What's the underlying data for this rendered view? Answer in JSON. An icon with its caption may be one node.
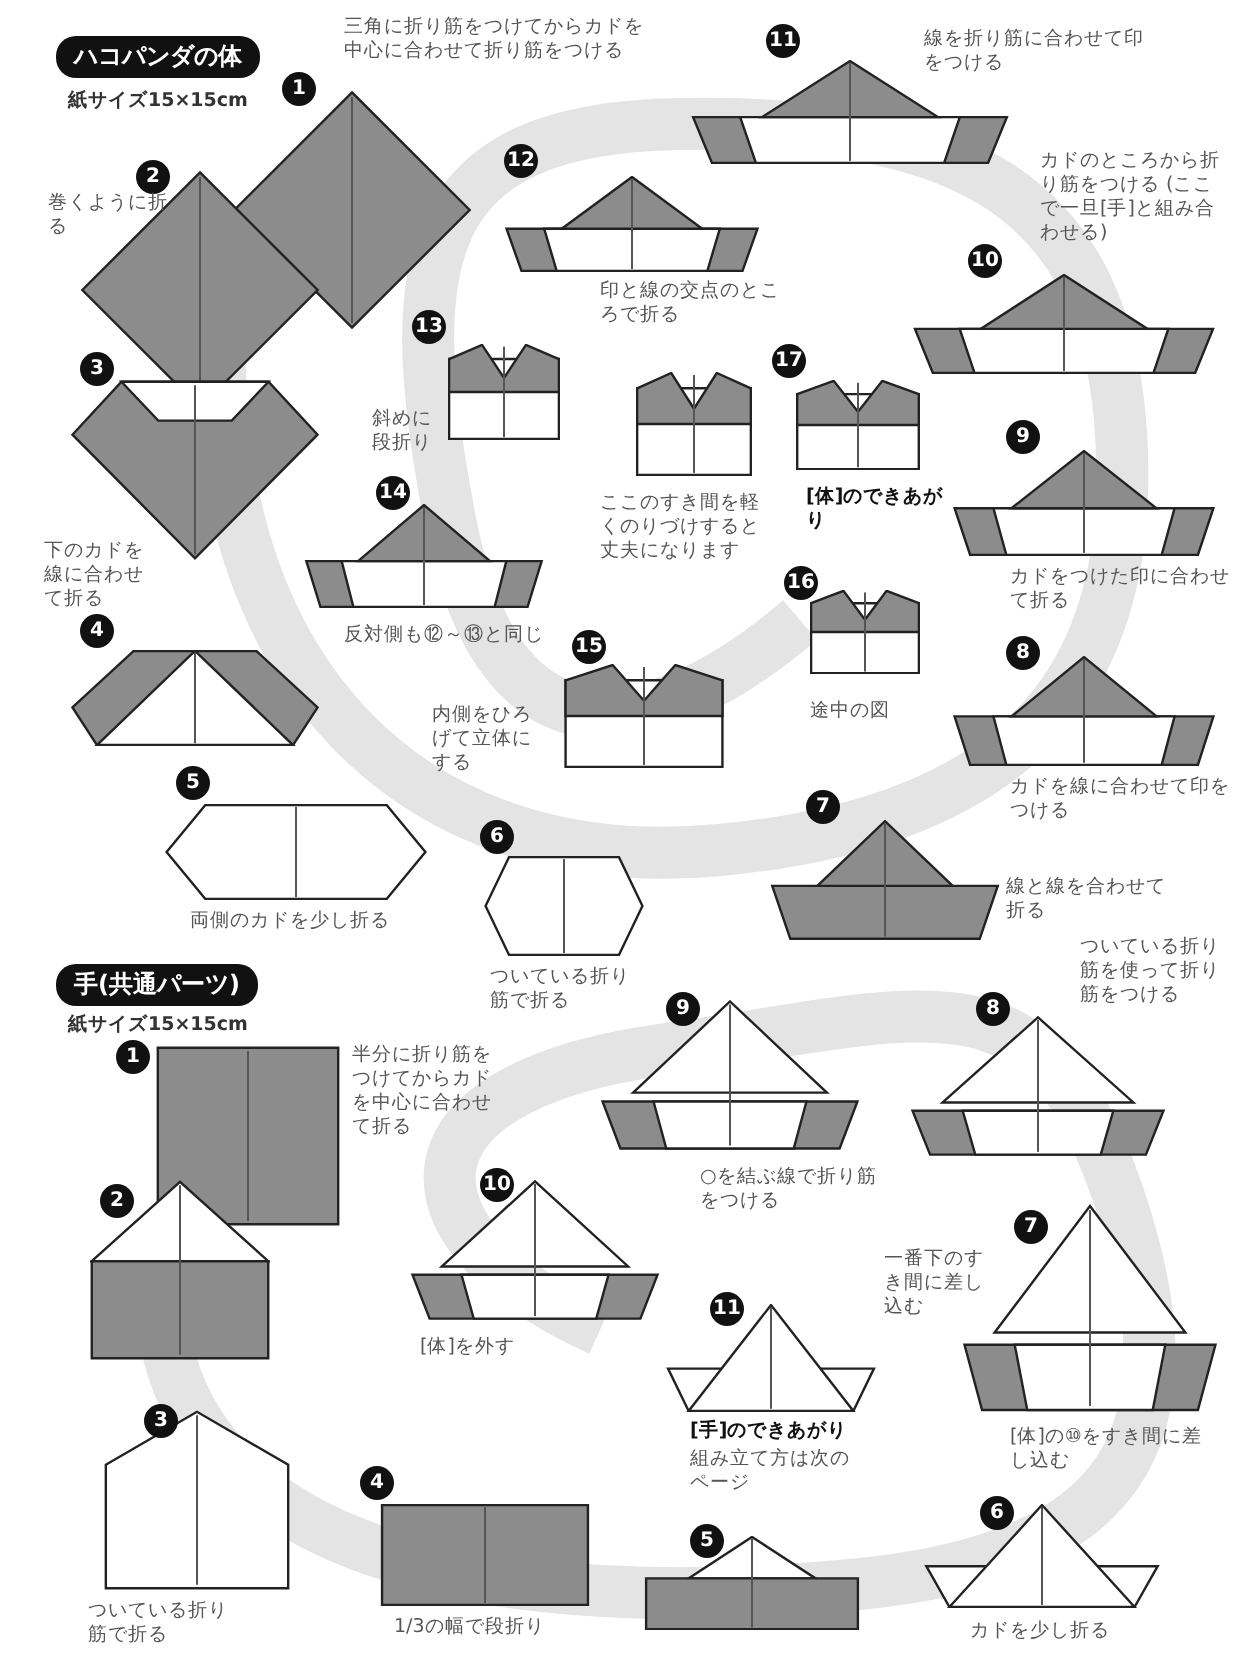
{
  "diagram": {
    "nodes": [
      {
        "text": [
          "1"
        ],
        "beside": [
          "三角に折り筋をつけてからカドを中心に合わせて折り筋をつける"
        ]
      },
      {
        "text": [
          "2"
        ],
        "beside": [
          "巻くように折る"
        ]
      },
      {
        "text": [
          "3"
        ],
        "beside": [
          "下のカドを線に合わせて折る"
        ]
      },
      {
        "text": [
          "4"
        ]
      },
      {
        "text": [
          "5"
        ],
        "beside": [
          "両側のカドを少し折る"
        ]
      },
      {
        "text": [
          "6"
        ],
        "beside": [
          "ついている折り筋で折る"
        ]
      },
      {
        "text": [
          "7"
        ],
        "beside": [
          "線と線を合わせて折る"
        ]
      },
      {
        "text": [
          "8"
        ],
        "beside": [
          "カドを線に合わせて印をつける"
        ]
      },
      {
        "text": [
          "9"
        ],
        "beside": [
          "カドをつけた印に合わせて折る"
        ]
      },
      {
        "text": [
          "10"
        ],
        "beside": [
          "カドのところから折り筋をつける (ここで一旦[手]と組み合わせる)"
        ]
      },
      {
        "text": [
          "11"
        ],
        "beside": [
          "線を折り筋に合わせて印をつける"
        ]
      },
      {
        "text": [
          "12"
        ],
        "beside": [
          "印と線の交点のところで折る"
        ]
      },
      {
        "text": [
          "13"
        ],
        "beside": [
          "斜めに段折り"
        ]
      },
      {
        "text": [
          "14"
        ],
        "beside": [
          "反対側も⑫～⑬と同じ"
        ]
      },
      {
        "text": [
          "15"
        ],
        "beside": [
          "内側をひろげて立体にする"
        ]
      },
      {
        "text": [
          "16"
        ],
        "beside": [
          "途中の図"
        ]
      },
      {
        "text": [
          "17"
        ],
        "beside": [
          "[体]のできあがり",
          "ここのすき間を軽くのりづけすると丈夫になります"
        ]
      },
      {
        "text": [
          "1"
        ],
        "beside": [
          "半分に折り筋をつけてからカドを中心に合わせて折る"
        ]
      },
      {
        "text": [
          "2"
        ]
      },
      {
        "text": [
          "3"
        ],
        "beside": [
          "ついている折り筋で折る"
        ]
      },
      {
        "text": [
          "4"
        ],
        "beside": [
          "1/3の幅で段折り"
        ]
      },
      {
        "text": [
          "5"
        ]
      },
      {
        "text": [
          "6"
        ],
        "beside": [
          "カドを少し折る"
        ]
      },
      {
        "text": [
          "7"
        ],
        "beside": [
          "一番下のすき間に差し込む",
          "[体]の⑩をすき間に差し込む"
        ]
      },
      {
        "text": [
          "8"
        ],
        "beside": [
          "ついている折り筋を使って折り筋をつける"
        ]
      },
      {
        "text": [
          "9"
        ],
        "beside": [
          "○を結ぶ線で折り筋をつける"
        ]
      },
      {
        "text": [
          "10"
        ],
        "beside": [
          "[体]を外す"
        ]
      },
      {
        "text": [
          "11"
        ],
        "beside": [
          "[手]のできあがり",
          "組み立て方は次のページ"
        ]
      }
    ],
    "labels": [
      "ハコパンダの体",
      "紙サイズ15×15cm",
      "手(共通パーツ)",
      "紙サイズ15×15cm"
    ]
  }
}
